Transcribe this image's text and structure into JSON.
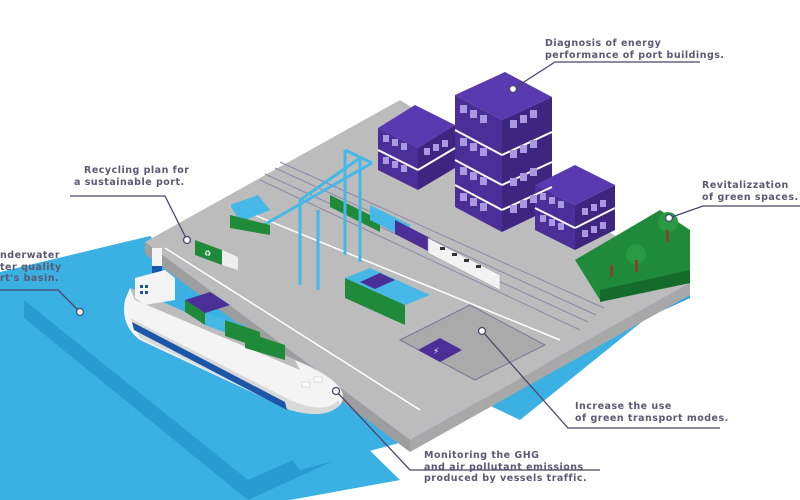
{
  "diagram": {
    "subject": "Sustainable green port isometric infographic",
    "colors": {
      "water": "#3bb0e3",
      "water_side": "#2a9bd0",
      "quay": "#b8b8b8",
      "quay_side": "#9e9e9e",
      "building": "#4b2e98",
      "building_window": "#a999e0",
      "container_green": "#1f8a3a",
      "container_blue": "#45b8e8",
      "container_purple": "#4b2e98",
      "crane": "#45b8e8",
      "grass": "#1f8a3a",
      "label_text": "#5a5874",
      "leader_line": "#4a4568"
    },
    "callouts": [
      {
        "id": "energy",
        "lines": [
          "Diagnosis of energy",
          "performance of port buildings."
        ],
        "target": "port buildings"
      },
      {
        "id": "recycling",
        "lines": [
          "Recycling plan for",
          "a sustainable port."
        ],
        "target": "recycling truck"
      },
      {
        "id": "water",
        "lines": [
          "nderwater",
          "ter quality",
          "rt's basin."
        ],
        "target": "port basin"
      },
      {
        "id": "green",
        "lines": [
          "Revitalizzation",
          "of green spaces."
        ],
        "target": "trees"
      },
      {
        "id": "transport",
        "lines": [
          "Increase the use",
          "of green transport modes."
        ],
        "target": "parking area"
      },
      {
        "id": "ghg",
        "lines": [
          "Monitoring the GHG",
          "and air pollutant emissions",
          "produced by vessels traffic."
        ],
        "target": "vessel"
      }
    ],
    "icons": [
      "recycle-icon",
      "electric-charging-icon",
      "callout-dot-icon"
    ]
  }
}
